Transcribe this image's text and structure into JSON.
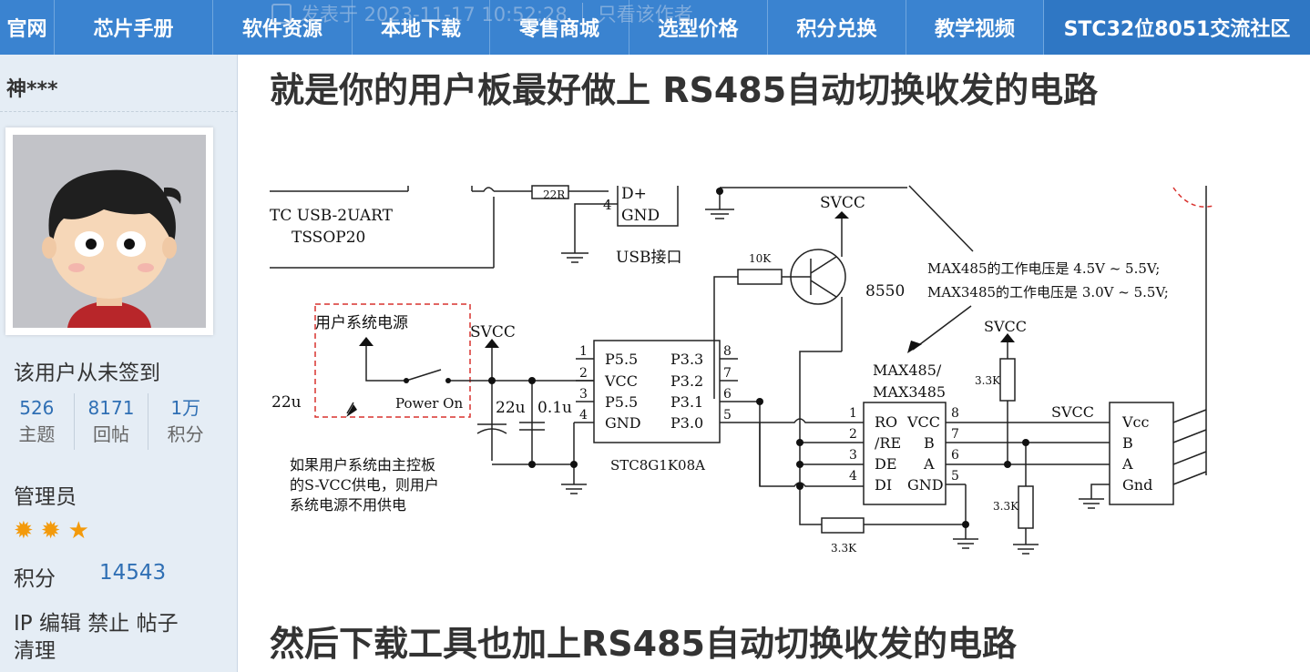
{
  "nav": {
    "items": [
      "官网",
      "芯片手册",
      "软件资源",
      "本地下载",
      "零售商城",
      "选型价格",
      "积分兑换",
      "教学视频"
    ],
    "community": "STC32位8051交流社区"
  },
  "post_meta": {
    "posted": "发表于 2023-11-17 10:52:28",
    "only_author": "只看该作者"
  },
  "user": {
    "name": "神***",
    "signin_status": "该用户从未签到",
    "stats": [
      {
        "value": "526",
        "label": "主题"
      },
      {
        "value": "8171",
        "label": "回帖"
      },
      {
        "value": "1万",
        "label": "积分"
      }
    ],
    "role": "管理员",
    "stars": [
      "✹",
      "✹",
      "★"
    ],
    "points_label": "积分",
    "points_value": "14543",
    "admin_actions": [
      "IP",
      "编辑",
      "禁止",
      "帖子",
      "清理"
    ]
  },
  "post": {
    "heading1": "就是你的用户板最好做上 RS485自动切换收发的电路",
    "heading2": "然后下载工具也加上RS485自动切换收发的电路"
  },
  "schematic": {
    "usb_uart": "TC USB-2UART",
    "tssop": "TSSOP20",
    "res_22r": "22R",
    "usb_dplus": "D+",
    "usb_gnd": "GND",
    "usb_pin4": "4",
    "usb_port": "USB接口",
    "svcc_top": "SVCC",
    "res_10k": "10K",
    "transistor": "8550",
    "max485_note": "MAX485的工作电压是 4.5V ~ 5.5V;",
    "max3485_note": "MAX3485的工作电压是 3.0V ~ 5.5V;",
    "user_power": "用户系统电源",
    "svcc_mid": "SVCC",
    "power_on": "Power On",
    "cap_22u_left": "22u",
    "cap_22u": "22u",
    "cap_01u": "0.1u",
    "mcu_pins_left": [
      "P5.5",
      "VCC",
      "P5.5",
      "GND"
    ],
    "mcu_pins_right": [
      "P3.3",
      "P3.2",
      "P3.1",
      "P3.0"
    ],
    "mcu_nums_left": [
      "1",
      "2",
      "3",
      "4"
    ],
    "mcu_nums_right": [
      "8",
      "7",
      "6",
      "5"
    ],
    "mcu_name": "STC8G1K08A",
    "note_lines": [
      "如果用户系统由主控板",
      "的S-VCC供电，则用户",
      "系统电源不用供电"
    ],
    "max_title1": "MAX485/",
    "max_title2": "MAX3485",
    "max_pins_left": [
      "RO",
      "/RE",
      "DE",
      "DI"
    ],
    "max_pins_right": [
      "VCC",
      "B",
      "A",
      "GND"
    ],
    "max_nums_left": [
      "1",
      "2",
      "3",
      "4"
    ],
    "max_nums_right": [
      "8",
      "7",
      "6",
      "5"
    ],
    "svcc_right": "SVCC",
    "res_3k3_a": "3.3K",
    "res_3k3_b": "3.3K",
    "res_3k3_c": "3.3K",
    "svcc_bus": "SVCC",
    "conn_pins": [
      "Vcc",
      "B",
      "A",
      "Gnd"
    ]
  }
}
